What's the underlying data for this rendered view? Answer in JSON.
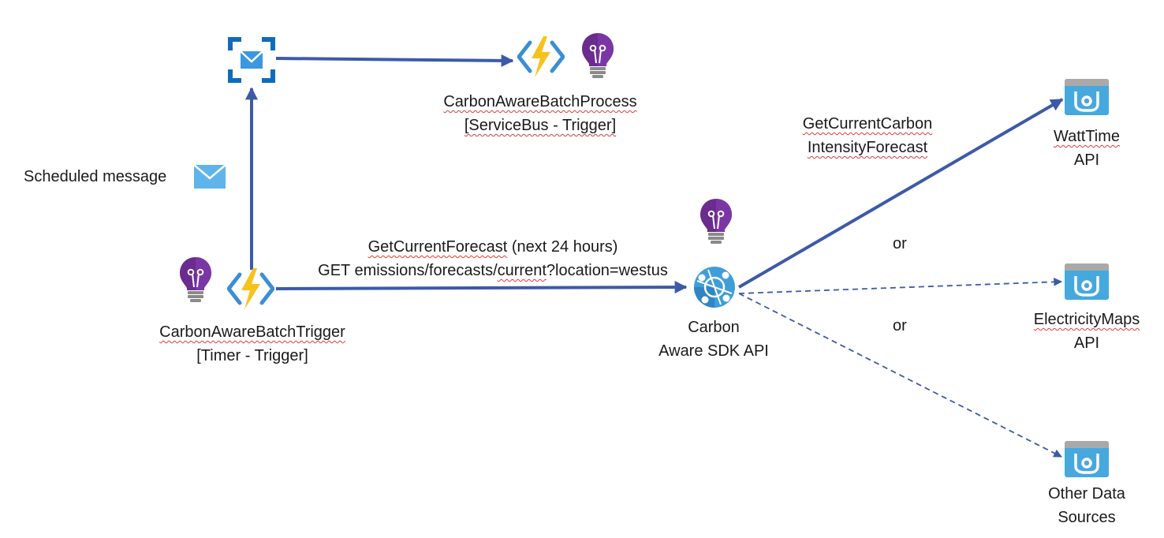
{
  "colors": {
    "arrow": "#3d5aa8",
    "bulb_dark": "#6a2c8e",
    "bulb_light": "#9b4fc0",
    "azure_blue": "#0f6cbd",
    "bolt_yellow": "#f7c21b",
    "api_tile": "#46a8dd",
    "api_tile_top": "#a9a9a9"
  },
  "nodes": {
    "batch_trigger": {
      "name": "CarbonAwareBatchTrigger",
      "type": "[Timer - Trigger]"
    },
    "batch_process": {
      "name": "CarbonAwareBatchProcess",
      "type": "[ServiceBus - Trigger]"
    },
    "sdk_api": {
      "line1": "Carbon",
      "line2": "Aware SDK API"
    },
    "watttime": {
      "line1": "WattTime",
      "line2": "API"
    },
    "electricitymaps": {
      "line1": "ElectricityMaps",
      "line2": "API"
    },
    "other": {
      "line1": "Other Data",
      "line2": "Sources"
    }
  },
  "labels": {
    "scheduled_message": "Scheduled message",
    "forecast_name": "GetCurrentForecast",
    "forecast_suffix": " (next 24 hours)",
    "get_prefix": "GET emissions/forecasts/",
    "get_current": "current",
    "get_query": "?location=westus",
    "intensity_line1": "GetCurrentCarbon",
    "intensity_line2": "IntensityForecast",
    "or_1": "or",
    "or_2": "or"
  },
  "icons": [
    "service-bus-queue-icon",
    "function-app-icon",
    "app-insights-bulb-icon",
    "envelope-icon",
    "api-management-icon",
    "api-connection-icon"
  ]
}
